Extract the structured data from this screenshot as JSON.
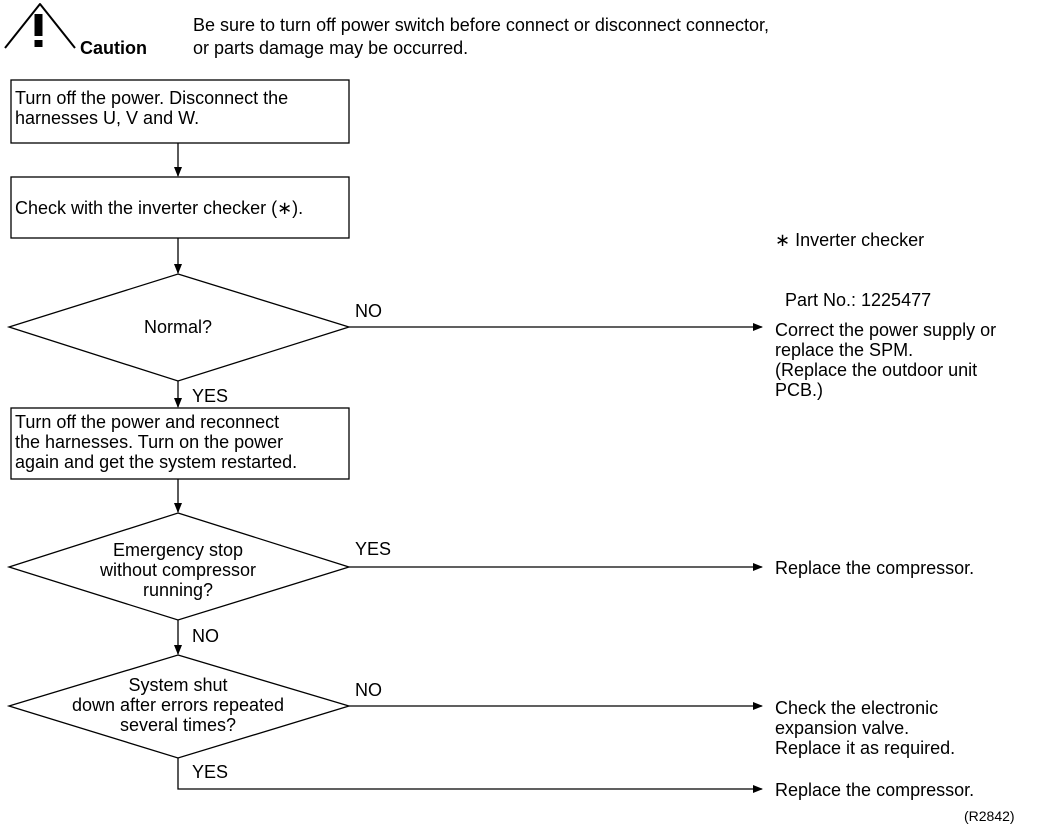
{
  "caution": {
    "label": "Caution",
    "icon": "warning-triangle-icon",
    "line1": "Be sure to turn off power switch before connect or disconnect connector,",
    "line2": "or parts damage may be occurred."
  },
  "steps": {
    "step1": [
      "Turn off the power. Disconnect the",
      "harnesses U, V and  W."
    ],
    "step2": [
      "Check with the inverter checker (∗)."
    ],
    "dec1": [
      "Normal?"
    ],
    "step3": [
      "Turn off the power and reconnect",
      "the harnesses. Turn on the power",
      "again and get the system restarted."
    ],
    "dec2": [
      "Emergency stop",
      "without compressor",
      "running?"
    ],
    "dec3": [
      "System shut",
      "down after errors repeated",
      "several times?"
    ]
  },
  "labels": {
    "no1": "NO",
    "yes1": "YES",
    "yes2": "YES",
    "no2": "NO",
    "no3": "NO",
    "yes3": "YES"
  },
  "results": {
    "r1": [
      "Correct the power supply or",
      "replace the SPM.",
      "(Replace the outdoor unit",
      "PCB.)"
    ],
    "r2": [
      "Replace the compressor."
    ],
    "r3": [
      "Check the electronic",
      "expansion valve.",
      "Replace it as required."
    ],
    "r4": [
      "Replace the compressor."
    ]
  },
  "note": [
    "∗ Inverter checker",
    "  Part No.: 1225477"
  ],
  "figure_code": "(R2842)"
}
